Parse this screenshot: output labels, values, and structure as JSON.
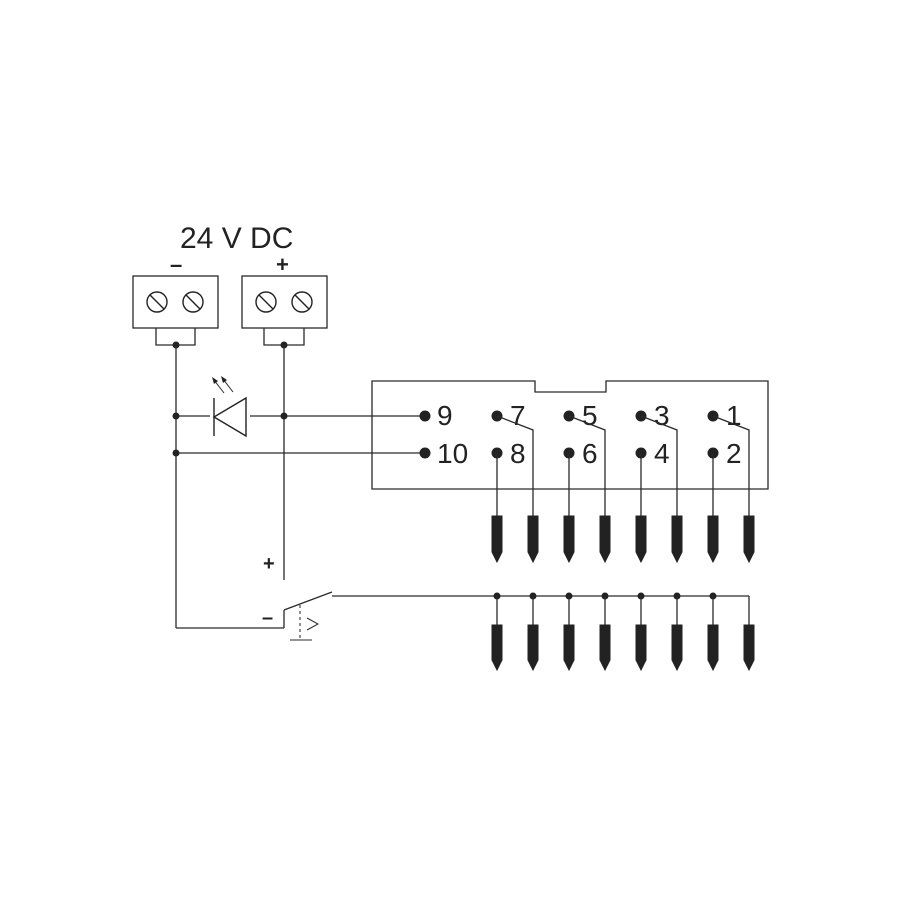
{
  "diagram": {
    "supply_label": "24 V DC",
    "terminal_minus_sign": "–",
    "terminal_plus_sign": "+",
    "switch_plus_sign": "+",
    "switch_minus_sign": "–",
    "pins": {
      "p1": "1",
      "p2": "2",
      "p3": "3",
      "p4": "4",
      "p5": "5",
      "p6": "6",
      "p7": "7",
      "p8": "8",
      "p9": "9",
      "p10": "10"
    }
  }
}
